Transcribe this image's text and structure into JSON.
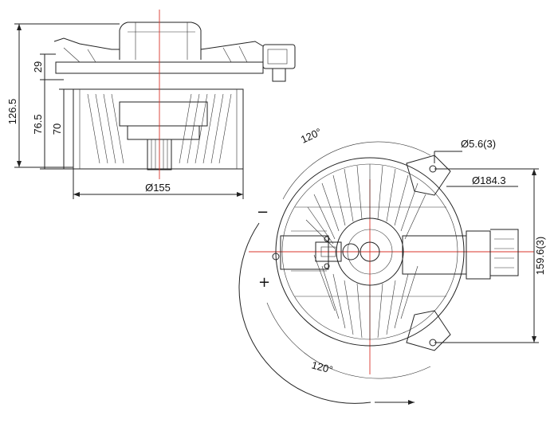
{
  "side_view": {
    "dim_total_height": "126.5",
    "dim_top_height": "29",
    "dim_mid_height": "76.5",
    "dim_fan_height": "70",
    "dim_diameter": "Ø155"
  },
  "top_view": {
    "angle_top": "120°",
    "angle_bottom": "120°",
    "dim_hole": "Ø5.6(3)",
    "dim_outer_diameter": "Ø184.3",
    "dim_hole_circle": "159.6(3)",
    "terminal_negative": "−",
    "terminal_positive": "+"
  }
}
